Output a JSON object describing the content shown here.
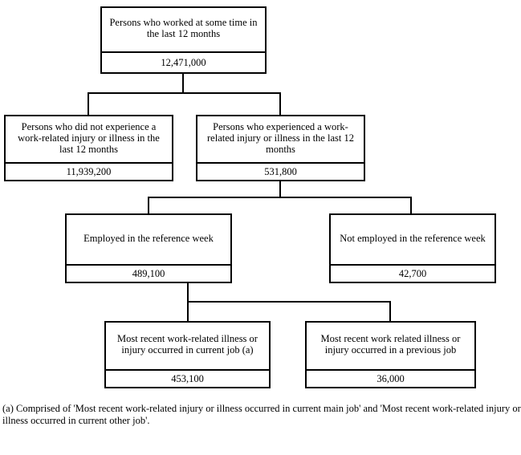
{
  "diagram": {
    "title_hidden": "",
    "colors": {
      "background": "#ffffff",
      "line": "#000000",
      "text": "#000000"
    },
    "nodes": [
      {
        "id": "worked",
        "label": "Persons who worked at some time in the last 12 months",
        "value": "12,471,000"
      },
      {
        "id": "no-injury",
        "label": "Persons who did not experience a work-related injury or illness in the last 12 months",
        "value": "11,939,200"
      },
      {
        "id": "injury",
        "label": "Persons who experienced a work-related injury or illness in the last 12 months",
        "value": "531,800"
      },
      {
        "id": "employed",
        "label": "Employed in the reference week",
        "value": "489,100"
      },
      {
        "id": "not-employed",
        "label": "Not employed in the reference week",
        "value": "42,700"
      },
      {
        "id": "current-job",
        "label": "Most recent work-related illness or injury occurred in current job (a)",
        "value": "453,100"
      },
      {
        "id": "previous-job",
        "label": "Most recent work related illness or injury occurred in a previous job",
        "value": "36,000"
      }
    ],
    "footnote": "(a) Comprised of 'Most recent work-related injury or illness occurred in current main job' and 'Most recent work-related injury or illness occurred in current other job'."
  }
}
